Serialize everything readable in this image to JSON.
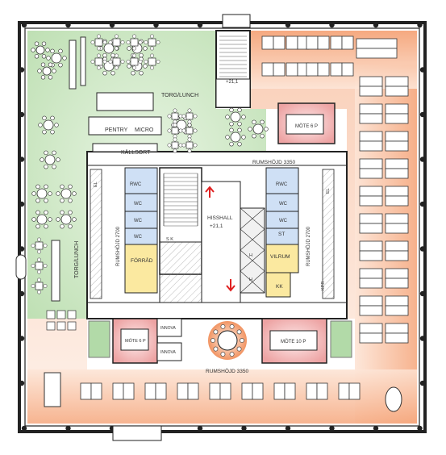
{
  "zones": {
    "torg_lunch_top": "TORG/LUNCH",
    "torg_lunch_left": "TORG/LUNCH",
    "pentry": "PENTRY",
    "micro": "MICRO",
    "kallsort": "KÄLLSORT",
    "forrad": "FÖRRÅD",
    "vilrum": "VILRUM",
    "kk": "KK",
    "st": "ST",
    "hisshall": "HISSHALL",
    "hisshall_level": "+21,1",
    "stair_level": "+21,1",
    "rwc": "RWC",
    "wc": "WC",
    "h_label": "H",
    "sk": "S K",
    "el": "EL",
    "kpr": "KPR"
  },
  "meeting_rooms": {
    "mote_6p_top": "MÖTE 6 P",
    "mote_6p_left": "MÖTE 6 P",
    "mote_10p": "MÖTE 10 P",
    "innova": "INNOVA"
  },
  "ceiling_heights": {
    "top": "RUMSHÖJD 3350",
    "bottom": "RUMSHÖJD 3350",
    "left": "RUMSHÖJD 2700",
    "right": "RUMSHÖJD 2700"
  },
  "colors": {
    "lunch_zone": "#c8e6bf",
    "office_zone": "#f6b48c",
    "meeting_zone": "#f3c6c6",
    "service_zone": "#cfe0f5",
    "storage_zone": "#fbe9a0",
    "arrow": "#e02020"
  }
}
